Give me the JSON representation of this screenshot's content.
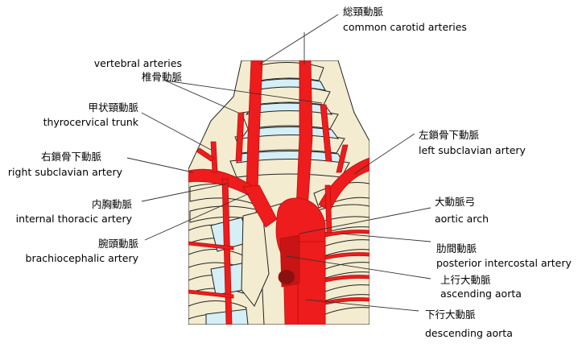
{
  "labels": {
    "common_carotid": {
      "jp": "総頸動脈",
      "en": "common carotid arteries"
    },
    "vertebral": {
      "en": "vertebral arteries",
      "jp": "椎骨動脈"
    },
    "thyrocervical": {
      "jp": "甲状頸動脈",
      "en": "thyrocervical trunk"
    },
    "right_subclavian": {
      "jp": "右鎖骨下動脈",
      "en": "right subclavian artery"
    },
    "internal_thoracic": {
      "jp": "内胸動脈",
      "en": "internal thoracic artery"
    },
    "brachiocephalic": {
      "jp": "腕頭動脈",
      "en": "brachiocephalic artery"
    },
    "left_subclavian": {
      "jp": "左鎖骨下動脈",
      "en": "left subclavian artery"
    },
    "aortic_arch": {
      "jp": "大動脈弓",
      "en": "aortic arch"
    },
    "posterior_intercostal": {
      "jp": "肋間動脈",
      "en": "posterior intercostal artery"
    },
    "ascending_aorta": {
      "jp": "上行大動脈",
      "en": "ascending aorta"
    },
    "descending_aorta": {
      "jp": "下行大動脈",
      "en": "descending aorta"
    }
  },
  "colors": {
    "artery": "#ee1c1c",
    "artery_dark": "#b80f0f",
    "bone": "#f4ecd0",
    "bone_outline": "#222222",
    "cartilage": "#d4eff6",
    "background": "#ffffff"
  }
}
